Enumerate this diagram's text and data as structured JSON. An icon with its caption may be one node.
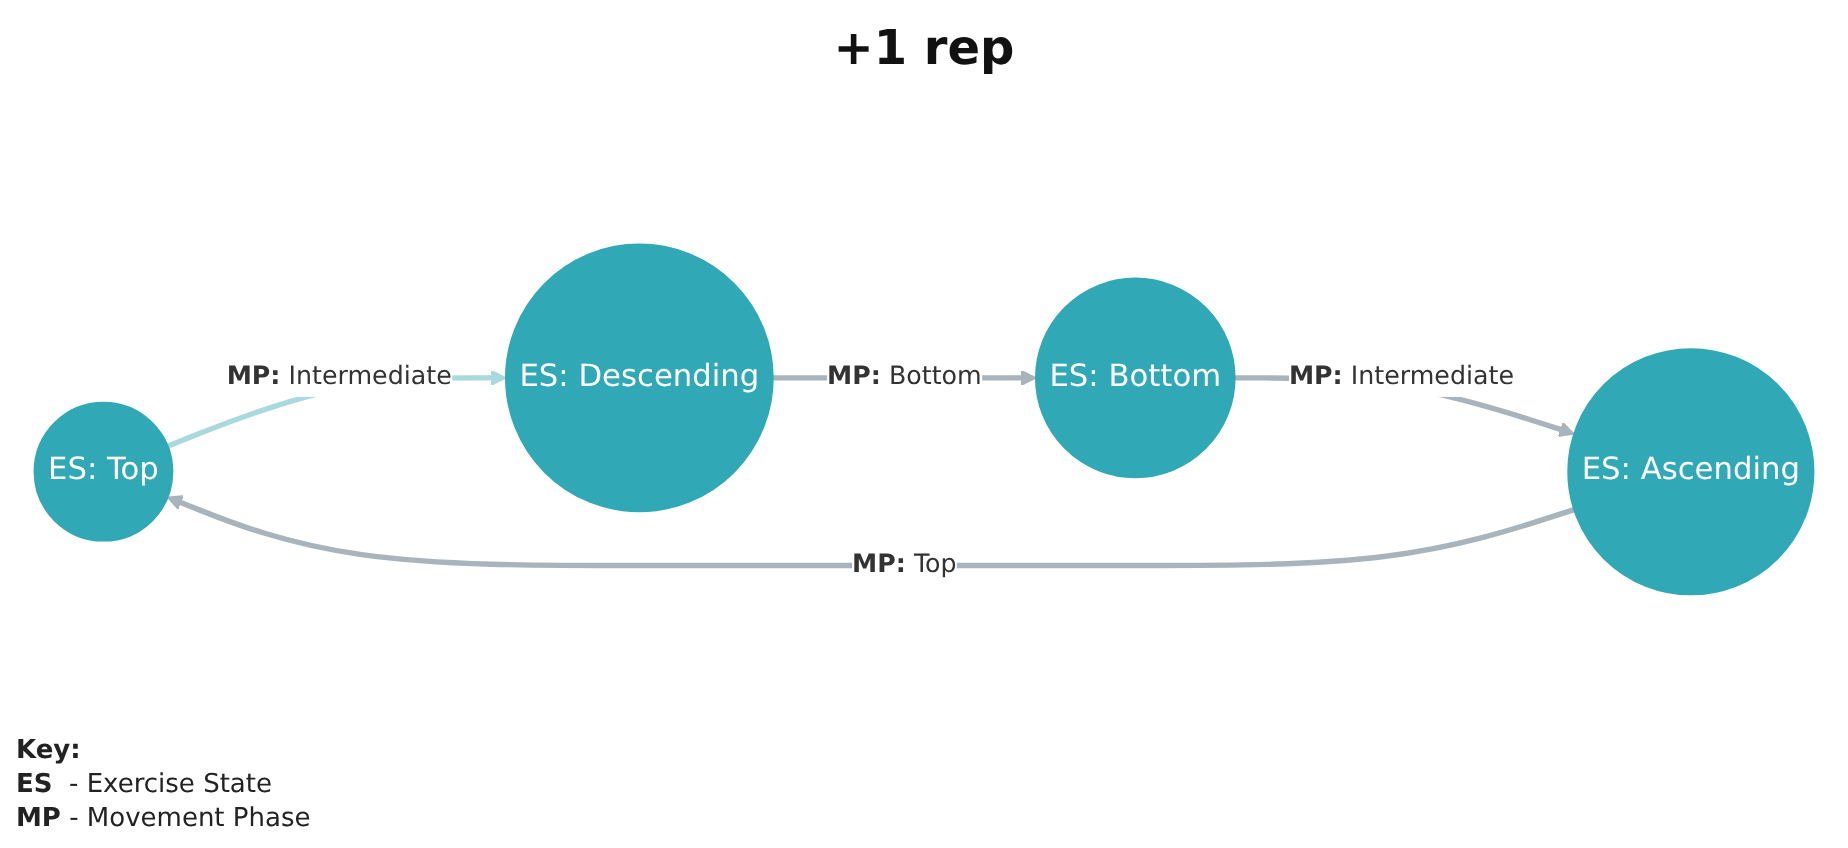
{
  "diagram": {
    "nodes": [
      {
        "text": [
          "ES: Top"
        ]
      },
      {
        "text": [
          "ES: Descending"
        ]
      },
      {
        "text": [
          "ES: Bottom"
        ]
      },
      {
        "text": [
          "ES: Ascending"
        ]
      }
    ],
    "edges": [
      {
        "from": 0,
        "to": 1,
        "arrow": "to",
        "label": "**MP:** Intermediate",
        "color": "#a8d9dd"
      },
      {
        "from": 1,
        "to": 2,
        "arrow": "to",
        "label": "**MP:** Bottom"
      },
      {
        "from": 2,
        "to": 3,
        "arrow": "to",
        "label": "**MP:** Intermediate"
      },
      {
        "from": 3,
        "to": 0,
        "arrow": "to",
        "label": "**MP:** Top"
      }
    ],
    "labels": [
      "+1 rep",
      "Key:",
      "**ES**  - Exercise State",
      "**MP** - Movement Phase"
    ]
  }
}
